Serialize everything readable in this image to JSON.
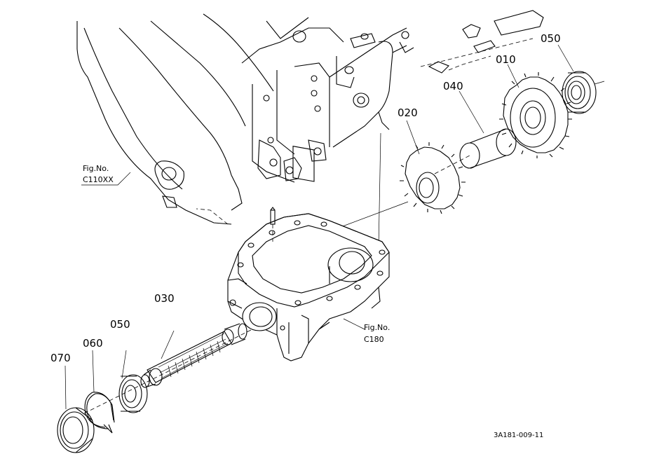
{
  "parts": [
    {
      "id": "p010",
      "label": "010"
    },
    {
      "id": "p020",
      "label": "020"
    },
    {
      "id": "p030",
      "label": "030"
    },
    {
      "id": "p040",
      "label": "040"
    },
    {
      "id": "p050a",
      "label": "050"
    },
    {
      "id": "p050b",
      "label": "050"
    },
    {
      "id": "p060",
      "label": "060"
    },
    {
      "id": "p070",
      "label": "070"
    }
  ],
  "figure_refs": {
    "housing": {
      "line1": "Fig.No.",
      "line2": "C110XX"
    },
    "case": {
      "line1": "Fig.No.",
      "line2": "C180"
    }
  },
  "drawing_id": "3A181-009-11"
}
